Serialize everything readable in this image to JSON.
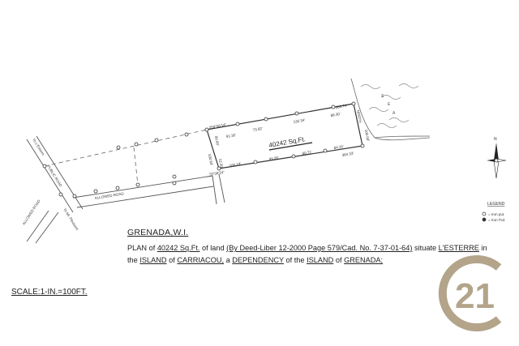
{
  "drawing": {
    "area_label": "40242 Sq.Ft.",
    "sea_label": [
      "S",
      "E",
      "A"
    ],
    "roads": {
      "public_road": "PUBLIC ROAD",
      "allowed_road_upper": "ALLOWED ROAD",
      "allowed_road_lower": "ALLOWED ROAD",
      "to_lauriston": "To L'Esterre",
      "to_mt_pleasant": "To Mt. Pleasant"
    },
    "bearings": {
      "top_bearing": "259°56'14\"",
      "bottom_bearing": "79°56'24\"",
      "north_label": "N"
    },
    "dimensions": {
      "top_1": "91.18'",
      "top_2": "73.92'",
      "top_3": "132.34'",
      "top_4": "86.30'",
      "top_5": "363.74'",
      "bottom_1": "100.19'",
      "bottom_2": "99.28'",
      "bottom_3": "80.71'",
      "bottom_4": "84.15'",
      "bottom_5": "364.33'",
      "left_side": "100.60'",
      "left_side_b": "99.99'",
      "road_width": "12.00'",
      "right_side": "100.00'",
      "right_side_b": "NORTH"
    }
  },
  "title_block": {
    "location": "GRENADA,W.I.",
    "plan_prefix": "PLAN",
    "of1": "of",
    "area": "40242 Sq.Ft.",
    "of_land": "of land",
    "deed_ref": "(By Deed-Liber 12-2000 Page 579",
    "cad_ref": "/Cad. No. 7-37-01-64)",
    "situate": "situate",
    "situate_location": "L'ESTERRE",
    "in1": "in",
    "the1": "the",
    "island1": "ISLAND",
    "of2": "of",
    "carriacou": "CARRIACOU,",
    "a": "a",
    "dependency": "DEPENDENCY",
    "of3": "of",
    "the2": "the",
    "island2": "ISLAND",
    "of4": "of",
    "grenada": "GRENADA;"
  },
  "scale": "SCALE:1-IN.=100FT.",
  "legend": {
    "title": "LEGEND",
    "iron_put": "= Iron put.",
    "iron_fnd": "= Iron f'nd."
  },
  "logo": {
    "text": "21",
    "color": "#b3a48a"
  }
}
